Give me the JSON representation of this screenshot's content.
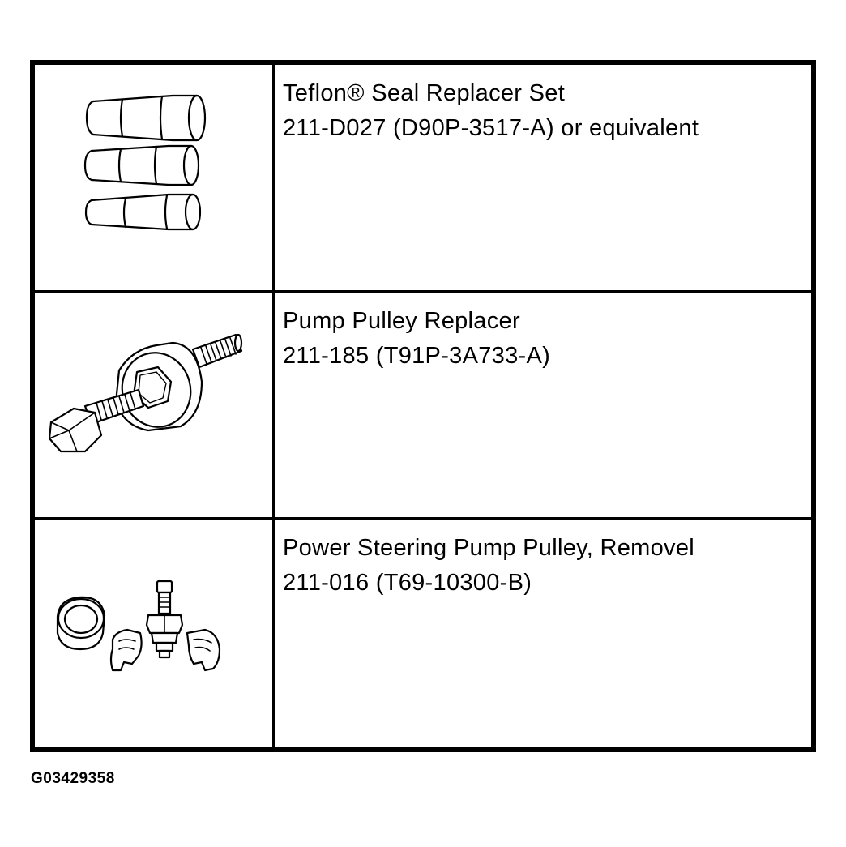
{
  "tools": [
    {
      "illustration": "seal-replacer-set-illustration",
      "name": "Teflon® Seal Replacer Set",
      "number": "211-D027 (D90P-3517-A) or equivalent"
    },
    {
      "illustration": "pump-pulley-replacer-illustration",
      "name": "Pump Pulley Replacer",
      "number": "211-185 (T91P-3A733-A)"
    },
    {
      "illustration": "pulley-remover-illustration",
      "name": "Power Steering Pump Pulley, Removel",
      "number": "211-016 (T69-10300-B)"
    }
  ],
  "figure_id": "G03429358"
}
